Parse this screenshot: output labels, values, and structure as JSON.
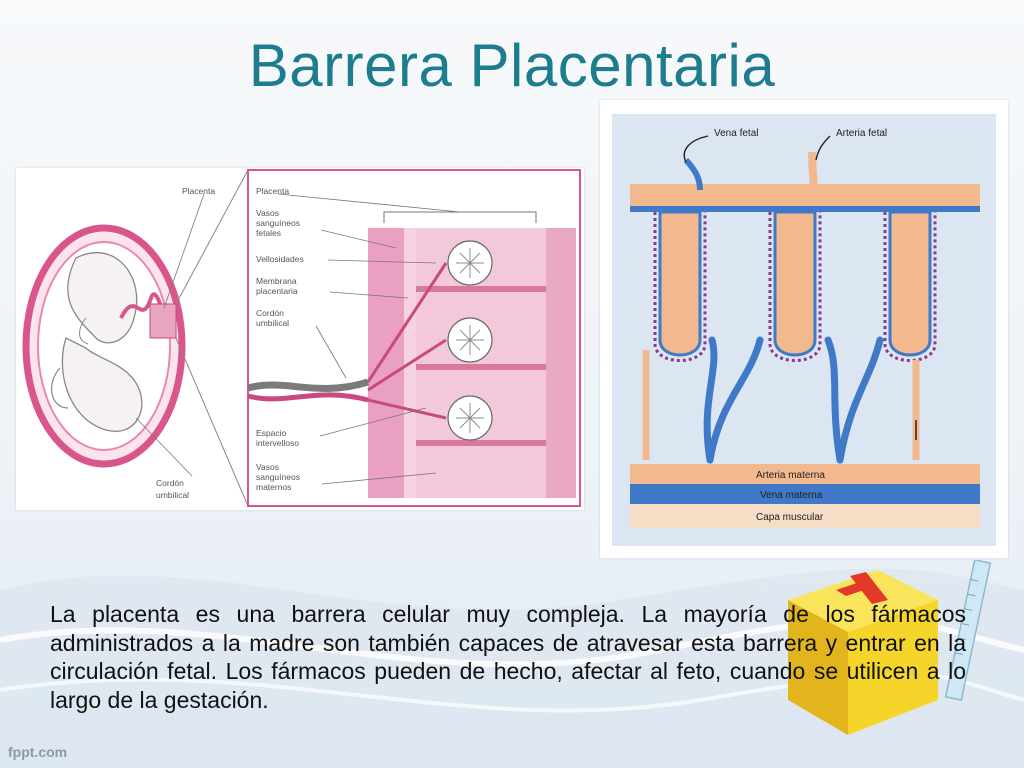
{
  "slide": {
    "title": "Barrera Placentaria",
    "body": "La placenta es una barrera celular muy compleja. La mayoría de los fármacos administrados a la madre son también capaces de atravesar esta barrera y entrar en la circulación fetal. Los fármacos pueden de hecho, afectar al feto, cuando se utilicen a lo largo de la gestación.",
    "footer": "fppt.com"
  },
  "figure_left": {
    "labels": {
      "placenta_1": "Placenta",
      "cordon_1": "Cordón",
      "cordon_2": "umbilical",
      "placenta_2": "Placenta",
      "vasos_fetales_1": "Vasos",
      "vasos_fetales_2": "sanguíneos",
      "vasos_fetales_3": "fetales",
      "vellosidades": "Vellosidades",
      "membrana_1": "Membrana",
      "membrana_2": "placentaria",
      "cordon_r1": "Cordón",
      "cordon_r2": "umbilical",
      "espacio_1": "Espacio",
      "espacio_2": "intervelloso",
      "vasos_maternos_1": "Vasos",
      "vasos_maternos_2": "sanguíneos",
      "vasos_maternos_3": "maternos"
    }
  },
  "figure_right": {
    "labels": {
      "vena_fetal": "Vena fetal",
      "arteria_fetal": "Arteria fetal",
      "arteria_materna": "Arteria materna",
      "vena_materna": "Vena materna",
      "capa_muscular": "Capa muscular"
    }
  },
  "colors": {
    "title": "#1d7c8e",
    "fetal_pink": "#d8568c",
    "maternal_tan": "#f2b88e",
    "vessel_blue": "#3f79c8",
    "kit_yellow": "#f6d52b",
    "kit_cross": "#e2392a"
  }
}
